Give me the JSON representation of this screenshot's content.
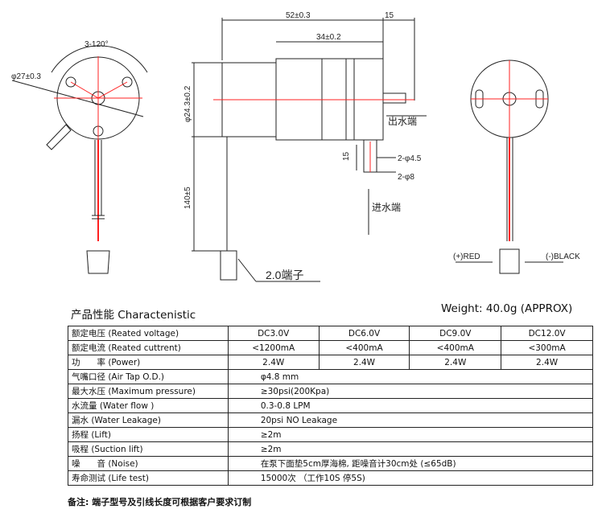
{
  "drawing": {
    "dim_angle": "3-120°",
    "dim_dia27": "φ27±0.3",
    "dim_len52": "52±0.3",
    "dim_len34": "34±0.2",
    "dim_15_top": "15",
    "dim_dia24": "φ24.3±0.2",
    "dim_15_side": "15",
    "dim_inlet_45": "2-φ4.5",
    "dim_inlet_8": "2-φ8",
    "dim_lead": "140±5",
    "outlet": "出水端",
    "inlet": "进水端",
    "terminal": "2.0端子",
    "wire_red": "(+)RED",
    "wire_black": "(-)BLACK"
  },
  "heading": "产品性能  Charactenistic",
  "weight": "Weight: 40.0g (APPROX)",
  "specs_multi": [
    {
      "label": "额定电压 (Reated voltage)",
      "values": [
        "DC3.0V",
        "DC6.0V",
        "DC9.0V",
        "DC12.0V"
      ]
    },
    {
      "label": "额定电流 (Reated cuttrent)",
      "values": [
        "<1200mA",
        "<400mA",
        "<400mA",
        "<300mA"
      ]
    },
    {
      "label": "功　　率 (Power)",
      "values": [
        "2.4W",
        "2.4W",
        "2.4W",
        "2.4W"
      ]
    }
  ],
  "specs_single": [
    {
      "label": "气嘴口径 (Air Tap O.D.)",
      "value": "φ4.8 mm"
    },
    {
      "label": "最大水压 (Maximum pressure)",
      "value": "≥30psi(200Kpa)"
    },
    {
      "label": "水流量 (Water flow )",
      "value": "0.3-0.8 LPM"
    },
    {
      "label": "漏水 (Water Leakage)",
      "value": "20psi NO Leakage"
    },
    {
      "label": "扬程 (Lift)",
      "value": "≥2m"
    },
    {
      "label": "吸程 (Suction lift)",
      "value": "≥2m"
    },
    {
      "label": "噪　　音 (Noise)",
      "value": "在泵下面垫5cm厚海棉, 距噪音计30cm处 (≤65dB)"
    },
    {
      "label": "寿命测试 (Life test)",
      "value": "15000次 （工作10S 停5S)"
    }
  ],
  "note": "备注: 端子型号及引线长度可根据客户要求订制",
  "colors": {
    "line": "#222222",
    "center": "#ff2020"
  }
}
